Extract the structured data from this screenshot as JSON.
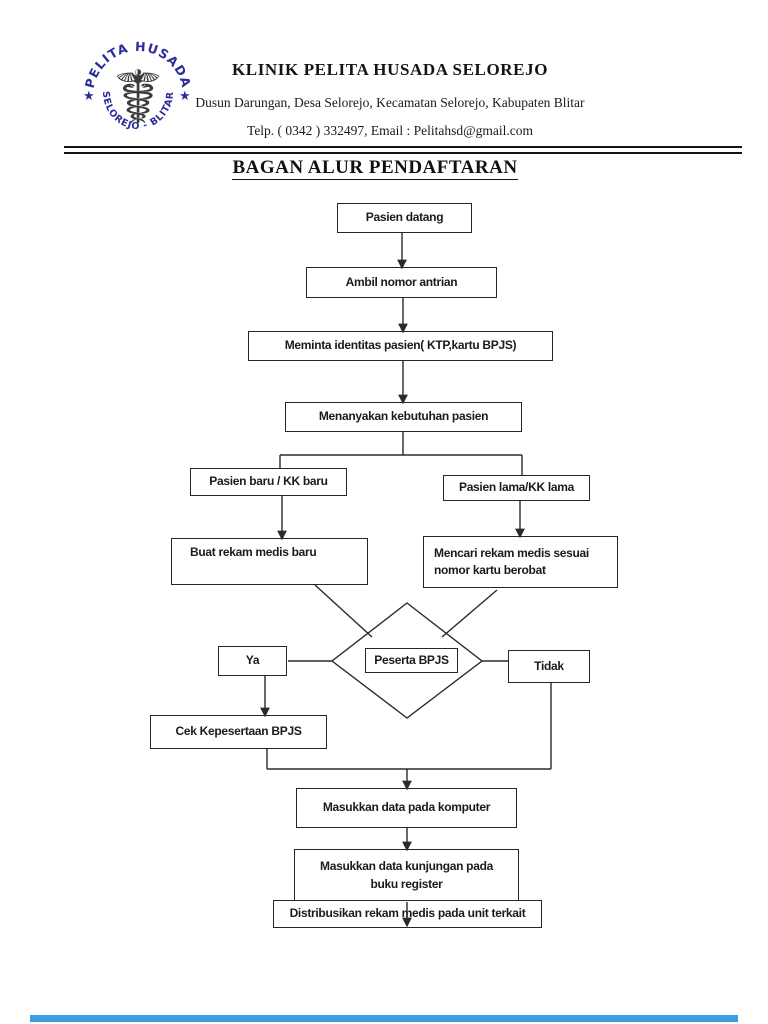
{
  "header": {
    "clinic_name": "KLINIK PELITA HUSADA SELOREJO",
    "address": "Dusun Darungan, Desa Selorejo, Kecamatan Selorejo, Kabupaten Blitar",
    "contact": "Telp. ( 0342 ) 332497,  Email : Pelitahsd@gmail.com",
    "logo": {
      "arc_top": "PELITA HUSADA",
      "arc_bottom": "SELOREJO - BLITAR",
      "star_left": "★",
      "star_right": "★",
      "caduceus_glyph": "☤",
      "blue": "#2b2b9b"
    }
  },
  "title": "BAGAN ALUR PENDAFTARAN",
  "flowchart": {
    "nodes": [
      {
        "id": "pasien-datang",
        "lines": [
          "Pasien datang"
        ]
      },
      {
        "id": "ambil-nomor-antrian",
        "lines": [
          "Ambil nomor antrian"
        ]
      },
      {
        "id": "meminta-identitas",
        "lines": [
          "Meminta identitas pasien( KTP,kartu BPJS)"
        ]
      },
      {
        "id": "menanyakan-kebutuhan",
        "lines": [
          "Menanyakan kebutuhan pasien"
        ]
      },
      {
        "id": "pasien-baru",
        "lines": [
          "Pasien baru / KK baru"
        ]
      },
      {
        "id": "pasien-lama",
        "lines": [
          "Pasien lama/KK lama"
        ]
      },
      {
        "id": "buat-rekam-medis",
        "lines": [
          "Buat rekam medis baru"
        ]
      },
      {
        "id": "mencari-rekam-medis",
        "lines": [
          "Mencari rekam medis sesuai",
          "nomor kartu berobat"
        ]
      },
      {
        "id": "ya",
        "lines": [
          "Ya"
        ]
      },
      {
        "id": "peserta-bpjs",
        "lines": [
          "Peserta BPJS"
        ]
      },
      {
        "id": "tidak",
        "lines": [
          "Tidak"
        ]
      },
      {
        "id": "cek-kepesertaan-bpjs",
        "lines": [
          "Cek Kepesertaan BPJS"
        ]
      },
      {
        "id": "masukkan-data-komputer",
        "lines": [
          "Masukkan data pada komputer"
        ]
      },
      {
        "id": "masukkan-data-kunjungan",
        "lines": [
          "Masukkan data kunjungan pada",
          "buku register"
        ]
      },
      {
        "id": "distribusikan-rekam-medis",
        "lines": [
          "Distribusikan rekam medis pada unit terkait"
        ]
      }
    ],
    "decision_shape": "diamond",
    "edges": [
      {
        "from": "pasien-datang",
        "to": "ambil-nomor-antrian"
      },
      {
        "from": "ambil-nomor-antrian",
        "to": "meminta-identitas"
      },
      {
        "from": "meminta-identitas",
        "to": "menanyakan-kebutuhan"
      },
      {
        "from": "menanyakan-kebutuhan",
        "to": "pasien-baru"
      },
      {
        "from": "menanyakan-kebutuhan",
        "to": "pasien-lama"
      },
      {
        "from": "pasien-baru",
        "to": "buat-rekam-medis"
      },
      {
        "from": "pasien-lama",
        "to": "mencari-rekam-medis"
      },
      {
        "from": "buat-rekam-medis",
        "to": "peserta-bpjs"
      },
      {
        "from": "mencari-rekam-medis",
        "to": "peserta-bpjs"
      },
      {
        "from": "peserta-bpjs",
        "to": "ya"
      },
      {
        "from": "peserta-bpjs",
        "to": "tidak"
      },
      {
        "from": "ya",
        "to": "cek-kepesertaan-bpjs"
      },
      {
        "from": "cek-kepesertaan-bpjs",
        "to": "masukkan-data-komputer"
      },
      {
        "from": "tidak",
        "to": "masukkan-data-komputer"
      },
      {
        "from": "masukkan-data-komputer",
        "to": "masukkan-data-kunjungan"
      },
      {
        "from": "masukkan-data-kunjungan",
        "to": "distribusikan-rekam-medis"
      }
    ]
  },
  "colors": {
    "line": "#2b2b2b",
    "border": "#262626",
    "logo_blue": "#2b2b9b",
    "bottom_bar_blue": "#3ba0e0"
  }
}
